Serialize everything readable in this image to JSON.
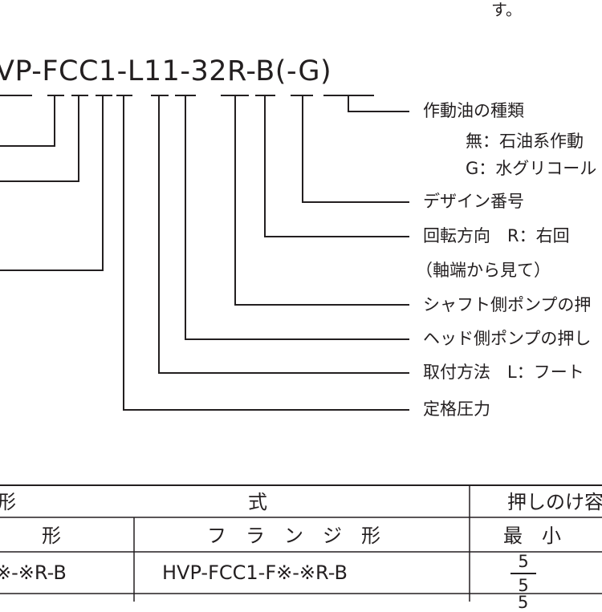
{
  "top_fragment": "す。",
  "model_code": "VP-FCC1-L11-32R-B(-G)",
  "labels": {
    "fluid_type": "作動油の種類",
    "fluid_none": "無：石油系作動",
    "fluid_g": "G：水グリコール",
    "design_no": "デザイン番号",
    "rotation": "回転方向　R：右回",
    "rotation_note": "（軸端から見て）",
    "shaft_pump": "シャフト側ポンプの押",
    "head_pump": "ヘッド側ポンプの押し",
    "mounting": "取付方法　L：フート",
    "rated_pressure": "定格圧力"
  },
  "table": {
    "header_col1": "形",
    "header_col2": "式",
    "header_col3": "押しのけ容",
    "sub_col1": "形",
    "sub_col2": "フ　ラ　ン　ジ　形",
    "sub_col3": "最　小",
    "row1_col1": "※-※R-B",
    "row1_col2": "HVP-FCC1-F※-※R-B",
    "row1_frac_top": "5",
    "row1_frac_bottom": "5",
    "row2_frac_top": "5"
  }
}
